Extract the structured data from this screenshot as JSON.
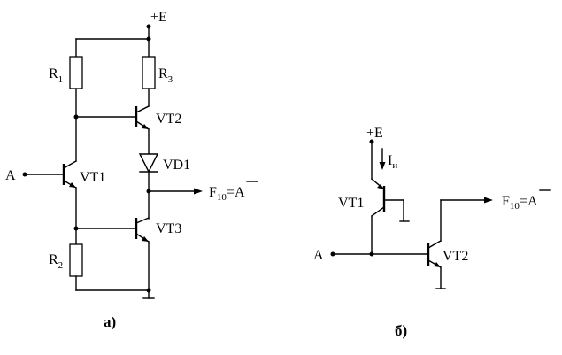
{
  "circuit_a": {
    "supply": "+E",
    "r1": {
      "letter": "R",
      "index": "1"
    },
    "r2": {
      "letter": "R",
      "index": "2"
    },
    "r3": {
      "letter": "R",
      "index": "3"
    },
    "vt1": "VT1",
    "vt2": "VT2",
    "vt3": "VT3",
    "vd1": "VD1",
    "input": "A",
    "output": {
      "letter": "F",
      "index": "10",
      "equals": "=",
      "value": "A"
    },
    "caption": "а)"
  },
  "circuit_b": {
    "supply": "+E",
    "current": {
      "letter": "I",
      "index": "и"
    },
    "vt1": "VT1",
    "vt2": "VT2",
    "input": "A",
    "output": {
      "letter": "F",
      "index": "10",
      "equals": "=",
      "value": "A"
    },
    "caption": "б)"
  }
}
